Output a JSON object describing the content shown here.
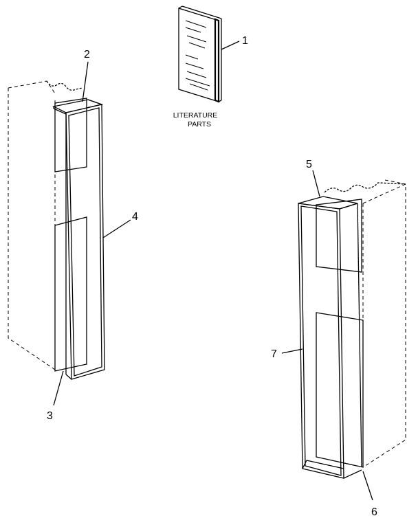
{
  "diagram": {
    "literature_caption": [
      "LITERATURE",
      "PARTS"
    ],
    "callouts": {
      "c1": "1",
      "c2": "2",
      "c3": "3",
      "c4": "4",
      "c5": "5",
      "c6": "6",
      "c7": "7"
    }
  }
}
